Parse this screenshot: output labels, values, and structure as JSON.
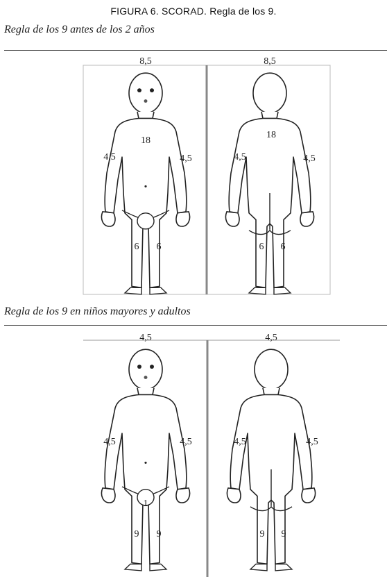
{
  "caption": "FIGURA 6.  SCORAD. Regla de los 9.",
  "sections": [
    {
      "title": "Regla de los 9 antes de los 2 años",
      "front": {
        "head": "8,5",
        "trunk": "18",
        "arm_left": "4,5",
        "arm_right": "4,5",
        "leg_left": "6",
        "leg_right": "6",
        "genitals": ""
      },
      "back": {
        "head": "8,5",
        "trunk": "18",
        "arm_left": "4,5",
        "arm_right": "4,5",
        "leg_left": "6",
        "leg_right": "6"
      }
    },
    {
      "title": "Regla de los 9 en niños mayores y adultos",
      "front": {
        "head": "4,5",
        "trunk": "",
        "arm_left": "4,5",
        "arm_right": "4,5",
        "leg_left": "9",
        "leg_right": "9",
        "genitals": "1"
      },
      "back": {
        "head": "4,5",
        "trunk": "",
        "arm_left": "4,5",
        "arm_right": "4,5",
        "leg_left": "9",
        "leg_right": "9"
      }
    }
  ]
}
